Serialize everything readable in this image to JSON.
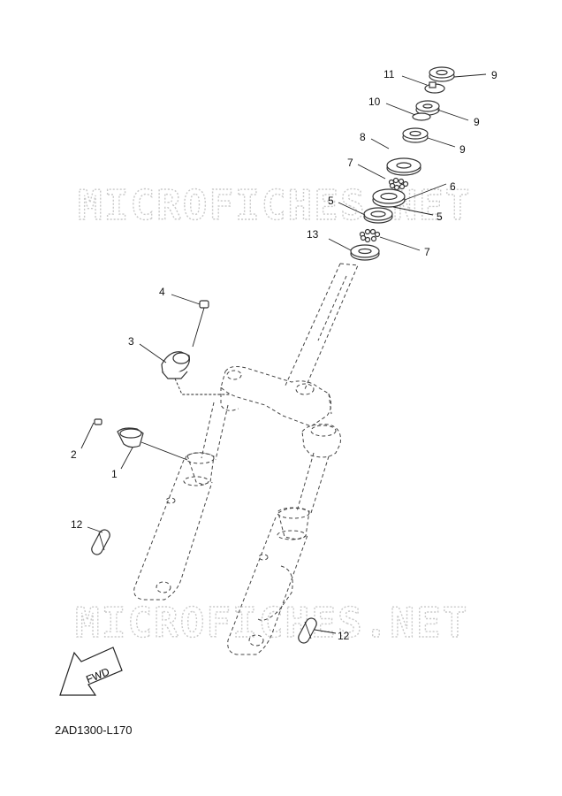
{
  "watermark": "MICROFICHES.NET",
  "diagram_code": "2AD1300-L170",
  "fwd_label": "FWD",
  "callouts": [
    {
      "id": "c11",
      "text": "11"
    },
    {
      "id": "c9a",
      "text": "9"
    },
    {
      "id": "c10",
      "text": "10"
    },
    {
      "id": "c9b",
      "text": "9"
    },
    {
      "id": "c8",
      "text": "8"
    },
    {
      "id": "c9c",
      "text": "9"
    },
    {
      "id": "c7a",
      "text": "7"
    },
    {
      "id": "c6",
      "text": "6"
    },
    {
      "id": "c5a",
      "text": "5"
    },
    {
      "id": "c5b",
      "text": "5"
    },
    {
      "id": "c13",
      "text": "13"
    },
    {
      "id": "c7b",
      "text": "7"
    },
    {
      "id": "c4",
      "text": "4"
    },
    {
      "id": "c3",
      "text": "3"
    },
    {
      "id": "c2",
      "text": "2"
    },
    {
      "id": "c1",
      "text": "1"
    },
    {
      "id": "c12a",
      "text": "12"
    },
    {
      "id": "c12b",
      "text": "12"
    }
  ]
}
